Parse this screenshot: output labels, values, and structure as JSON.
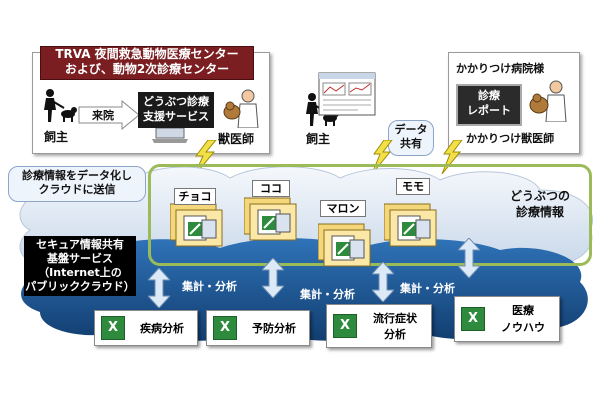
{
  "trva": {
    "banner_line1": "TRVA 夜間救急動物医療センター",
    "banner_line2": "および、動物2次診療センター",
    "owner": "飼主",
    "visit": "来院",
    "service_line1": "どうぶつ診療",
    "service_line2": "支援サービス",
    "vet": "獣医師"
  },
  "home_vet": {
    "hospital": "かかりつけ病院様",
    "report_line1": "診療",
    "report_line2": "レポート",
    "vet": "かかりつけ獣医師"
  },
  "owner2": "飼主",
  "data_share_line1": "データ",
  "data_share_line2": "共有",
  "upload_note_line1": "診療情報をデータ化し",
  "upload_note_line2": "クラウドに送信",
  "secure_service": {
    "line1": "セキュア情報共有",
    "line2": "基盤サービス",
    "line3": "（Internet上の",
    "line4": "パブリッククラウド）"
  },
  "pets": [
    "チョコ",
    "ココ",
    "マロン",
    "モモ"
  ],
  "medical_info_line1": "どうぶつの",
  "medical_info_line2": "診療情報",
  "aggregate_labels": [
    "集計・分析",
    "集計・分析",
    "集計・分析"
  ],
  "results": [
    {
      "line1": "疾病分析",
      "line2": ""
    },
    {
      "line1": "予防分析",
      "line2": ""
    },
    {
      "line1": "流行症状",
      "line2": "分析"
    },
    {
      "line1": "医療",
      "line2": "ノウハウ"
    }
  ],
  "excel_icon_letter": "X",
  "colors": {
    "banner": "#7a1e22",
    "cloud_light": "#dfe8f3",
    "cloud_dark": "#1f5fa0",
    "arrow": "#dce9f6",
    "excel_green": "#2e8b3e",
    "lightning": "#f2e04a"
  }
}
